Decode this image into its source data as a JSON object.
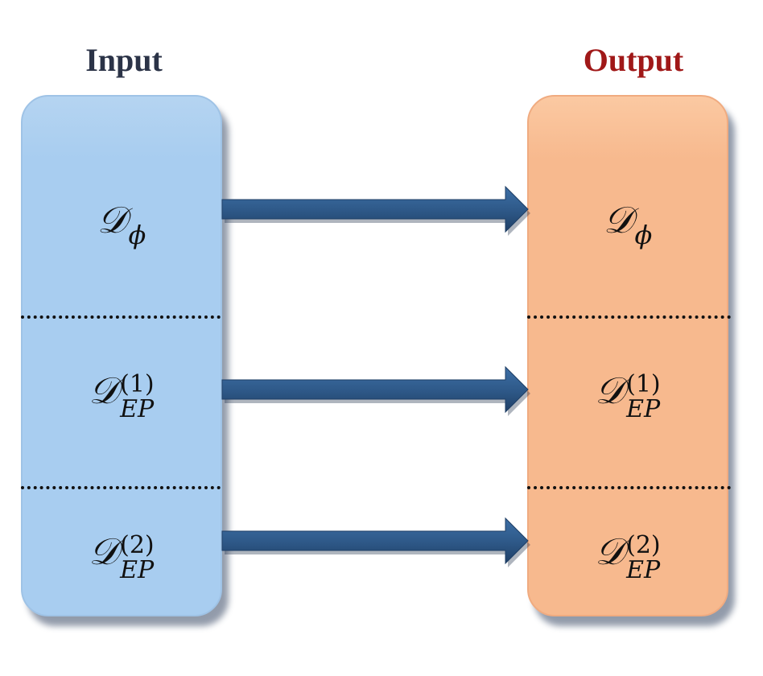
{
  "titles": {
    "input": "Input",
    "output": "Output"
  },
  "colors": {
    "input_title": "#2b3347",
    "output_title": "#a01818",
    "input_fill_top": "#b5d4f1",
    "input_fill": "#a8cdf0",
    "output_fill_top": "#fbc9a2",
    "output_fill": "#f7b98e",
    "arrow": "#2f5a8a"
  },
  "rows": [
    {
      "symbol": "𝒟",
      "subscript": "ϕ",
      "superscript": ""
    },
    {
      "symbol": "𝒟",
      "subscript": "EP",
      "superscript": "(1)"
    },
    {
      "symbol": "𝒟",
      "subscript": "EP",
      "superscript": "(2)"
    }
  ],
  "arrows": [
    {
      "from": "Input row 1",
      "to": "Output row 1"
    },
    {
      "from": "Input row 2",
      "to": "Output row 2"
    },
    {
      "from": "Input row 3",
      "to": "Output row 3"
    }
  ]
}
